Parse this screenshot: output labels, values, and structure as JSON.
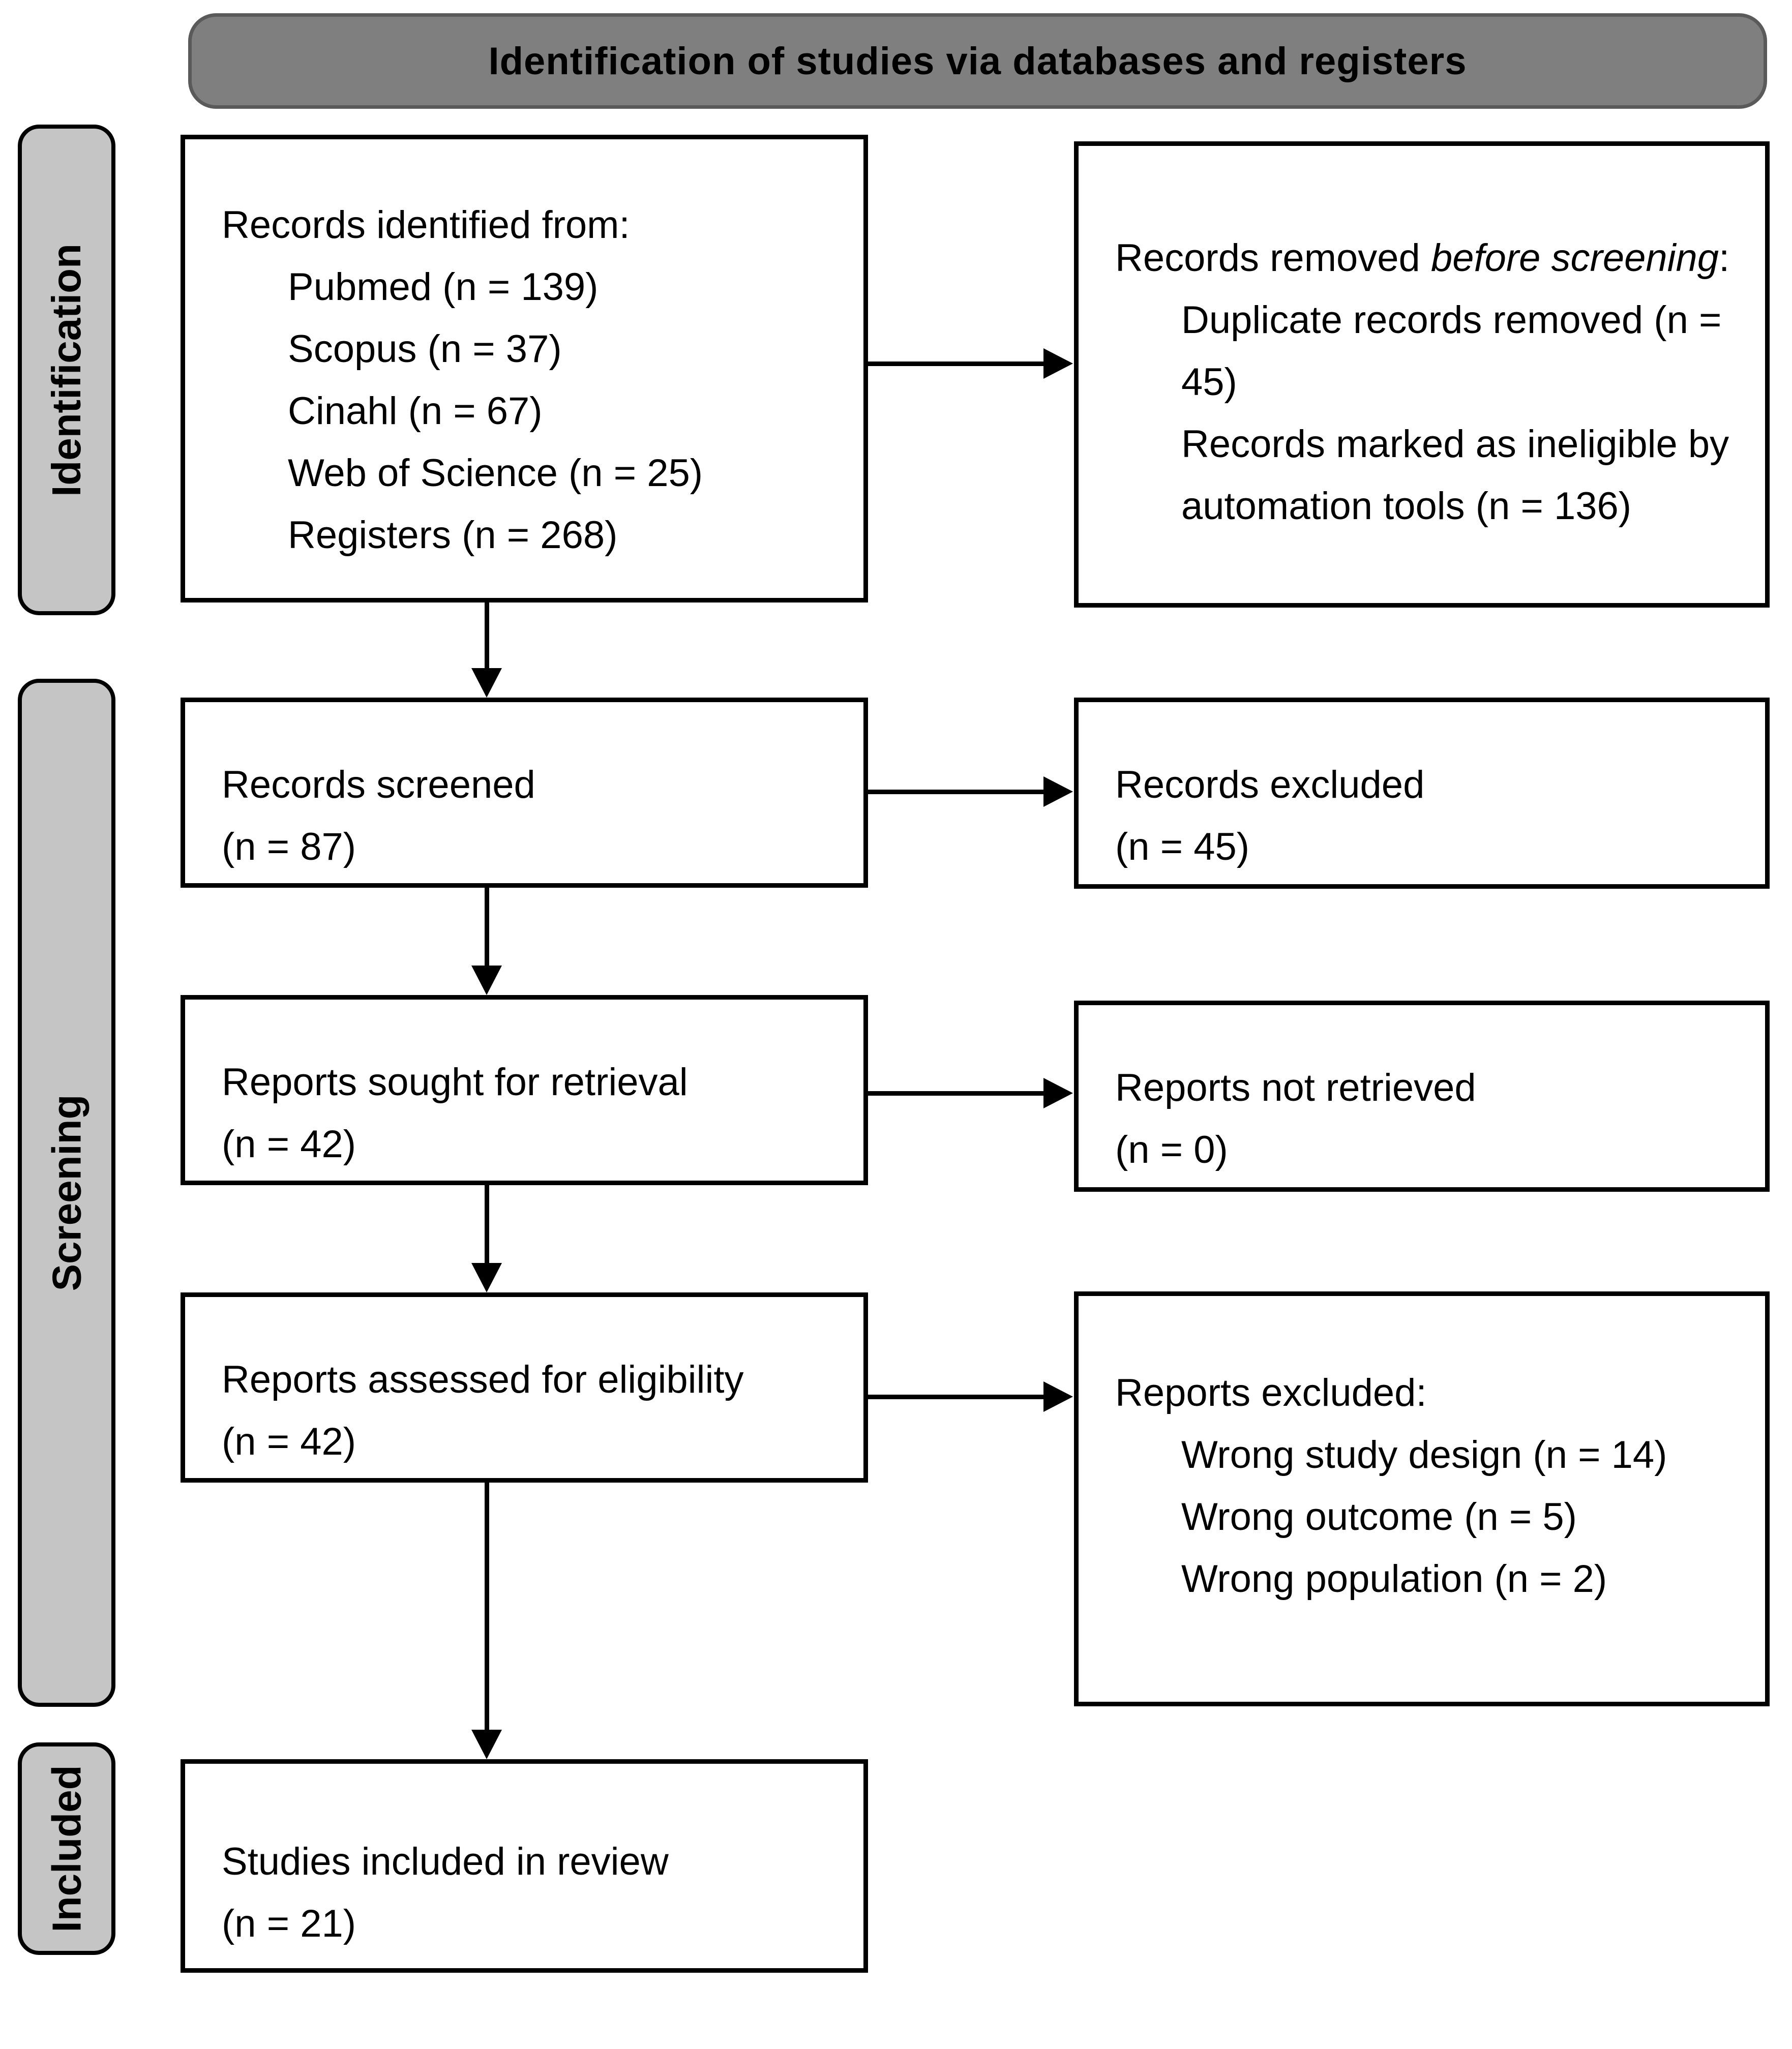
{
  "banner": {
    "title": "Identification of studies via databases and registers"
  },
  "side_labels": {
    "identification": "Identification",
    "screening": "Screening",
    "included": "Included"
  },
  "boxes": {
    "records_identified": {
      "intro": "Records identified from:",
      "items": [
        "Pubmed (n = 139)",
        "Scopus (n = 37)",
        "Cinahl (n = 67)",
        "Web of Science (n = 25)",
        "Registers (n = 268)"
      ]
    },
    "records_removed": {
      "intro_prefix": "Records removed ",
      "intro_italic": "before screening",
      "intro_suffix": ":",
      "items": [
        "Duplicate records removed (n = 45)",
        "Records marked as ineligible by automation tools (n = 136)"
      ]
    },
    "records_screened": {
      "line1": "Records screened",
      "line2": "(n = 87)"
    },
    "records_excluded": {
      "line1": "Records excluded",
      "line2": "(n = 45)"
    },
    "reports_sought": {
      "line1": "Reports sought for retrieval",
      "line2": "(n = 42)"
    },
    "reports_not_retrieved": {
      "line1": "Reports not retrieved",
      "line2": "(n = 0)"
    },
    "reports_assessed": {
      "line1": "Reports assessed for eligibility",
      "line2": "(n = 42)"
    },
    "reports_excluded": {
      "intro": "Reports excluded:",
      "items": [
        "Wrong study design (n = 14)",
        "Wrong outcome (n = 5)",
        "Wrong population (n = 2)"
      ]
    },
    "studies_included": {
      "line1": "Studies included in review",
      "line2": "(n = 21)"
    }
  },
  "colors": {
    "banner_fill": "#7f7f7f",
    "banner_border": "#5a5a5a",
    "side_label_fill": "#c5c5c5",
    "box_border": "#000000",
    "arrow": "#000000",
    "text": "#000000"
  }
}
